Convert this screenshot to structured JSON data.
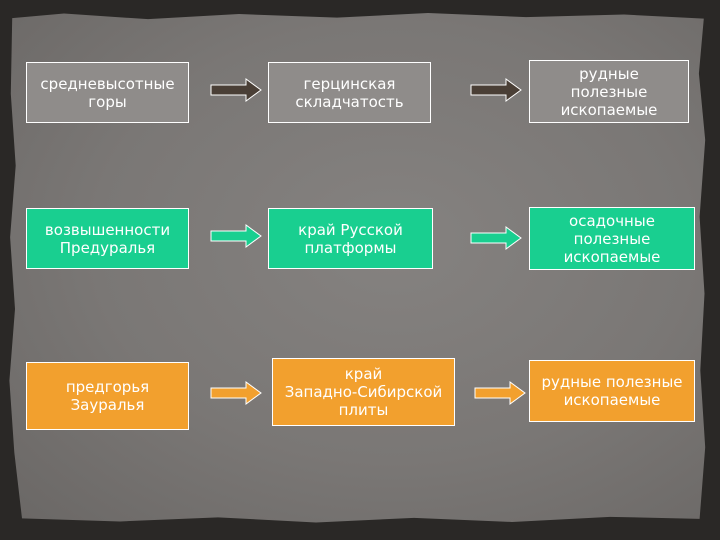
{
  "rows": [
    {
      "color": "#8f8c8a",
      "cells": [
        "средневысотные\nгоры",
        "герцинская\nскладчатость",
        "рудные\nполезные\nископаемые"
      ]
    },
    {
      "color": "#19cf90",
      "cells": [
        "возвышенности\nПредуралья",
        "край Русской\nплатформы",
        "осадочные\nполезные\nископаемые"
      ]
    },
    {
      "color": "#f2a02e",
      "cells": [
        "предгорья\nЗауралья",
        "край\nЗападно-Сибирской\nплиты",
        "рудные полезные\nископаемые"
      ]
    }
  ],
  "arrow_colors": [
    "#4a3f36",
    "#19cf90",
    "#f2a02e"
  ]
}
